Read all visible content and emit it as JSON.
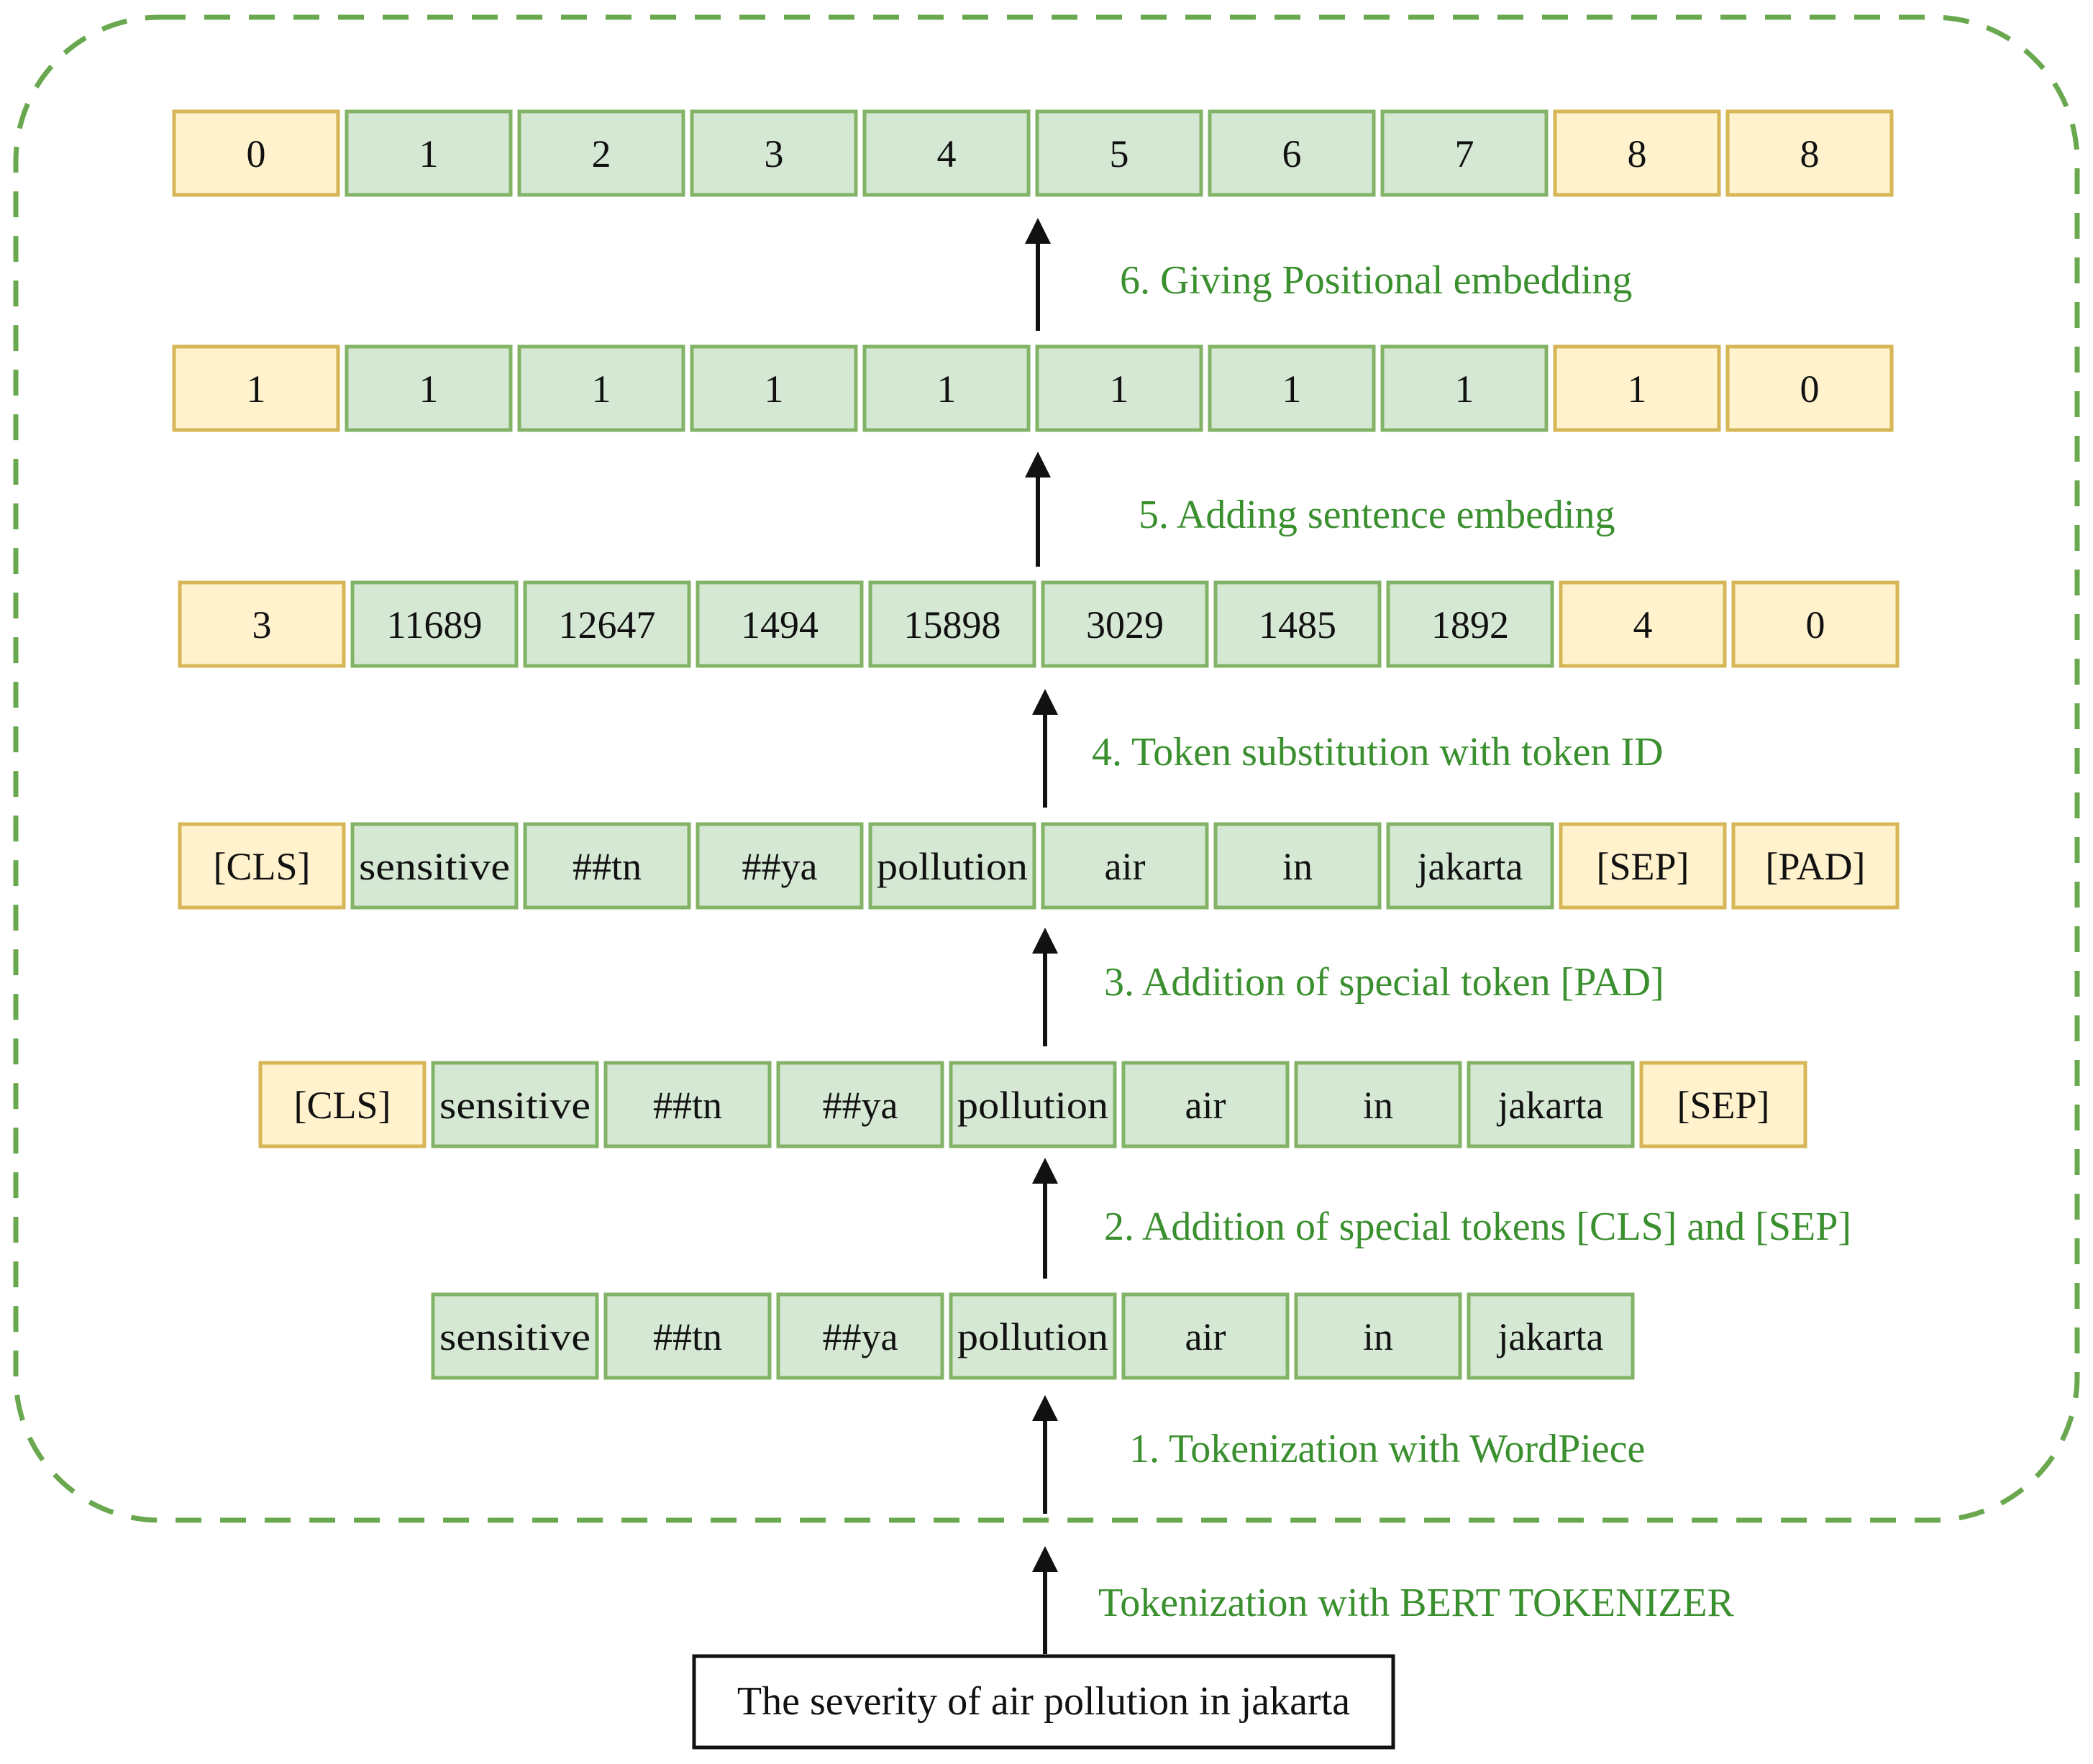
{
  "colors": {
    "normal_fill": "#d5e8d4",
    "normal_stroke": "#82b366",
    "special_fill": "#fff2cc",
    "special_stroke": "#d6b656",
    "step_label": "#3a8f2e",
    "dashed_border": "#6aa84f"
  },
  "rows": [
    {
      "name": "positional-embedding",
      "tokens": [
        {
          "text": "0",
          "special": true
        },
        {
          "text": "1"
        },
        {
          "text": "2"
        },
        {
          "text": "3"
        },
        {
          "text": "4"
        },
        {
          "text": "5"
        },
        {
          "text": "6"
        },
        {
          "text": "7"
        },
        {
          "text": "8",
          "special": true
        },
        {
          "text": "8",
          "special": true
        }
      ]
    },
    {
      "name": "sentence-embedding",
      "tokens": [
        {
          "text": "1",
          "special": true
        },
        {
          "text": "1"
        },
        {
          "text": "1"
        },
        {
          "text": "1"
        },
        {
          "text": "1"
        },
        {
          "text": "1"
        },
        {
          "text": "1"
        },
        {
          "text": "1"
        },
        {
          "text": "1",
          "special": true
        },
        {
          "text": "0",
          "special": true
        }
      ]
    },
    {
      "name": "token-ids",
      "tokens": [
        {
          "text": "3",
          "special": true
        },
        {
          "text": "11689"
        },
        {
          "text": "12647"
        },
        {
          "text": "1494"
        },
        {
          "text": "15898"
        },
        {
          "text": "3029"
        },
        {
          "text": "1485"
        },
        {
          "text": "1892"
        },
        {
          "text": "4",
          "special": true
        },
        {
          "text": "0",
          "special": true
        }
      ]
    },
    {
      "name": "padded-tokens",
      "tokens": [
        {
          "text": "[CLS]",
          "special": true
        },
        {
          "text": "sensitive"
        },
        {
          "text": "##tn"
        },
        {
          "text": "##ya"
        },
        {
          "text": "pollution"
        },
        {
          "text": "air"
        },
        {
          "text": "in"
        },
        {
          "text": "jakarta"
        },
        {
          "text": "[SEP]",
          "special": true
        },
        {
          "text": "[PAD]",
          "special": true
        }
      ]
    },
    {
      "name": "special-tokens",
      "tokens": [
        {
          "text": "[CLS]",
          "special": true
        },
        {
          "text": "sensitive"
        },
        {
          "text": "##tn"
        },
        {
          "text": "##ya"
        },
        {
          "text": "pollution"
        },
        {
          "text": "air"
        },
        {
          "text": "in"
        },
        {
          "text": "jakarta"
        },
        {
          "text": "[SEP]",
          "special": true
        }
      ]
    },
    {
      "name": "wordpiece-tokens",
      "tokens": [
        {
          "text": "sensitive"
        },
        {
          "text": "##tn"
        },
        {
          "text": "##ya"
        },
        {
          "text": "pollution"
        },
        {
          "text": "air"
        },
        {
          "text": "in"
        },
        {
          "text": "jakarta"
        }
      ]
    }
  ],
  "steps": [
    "6. Giving Positional embedding",
    "5. Adding sentence embeding",
    "4. Token substitution with token ID",
    "3. Addition of special token [PAD]",
    "2. Addition of special tokens [CLS] and [SEP]",
    "1. Tokenization with WordPiece"
  ],
  "tokenizer_label": "Tokenization with BERT TOKENIZER",
  "input_sentence": "The severity of air pollution in jakarta"
}
